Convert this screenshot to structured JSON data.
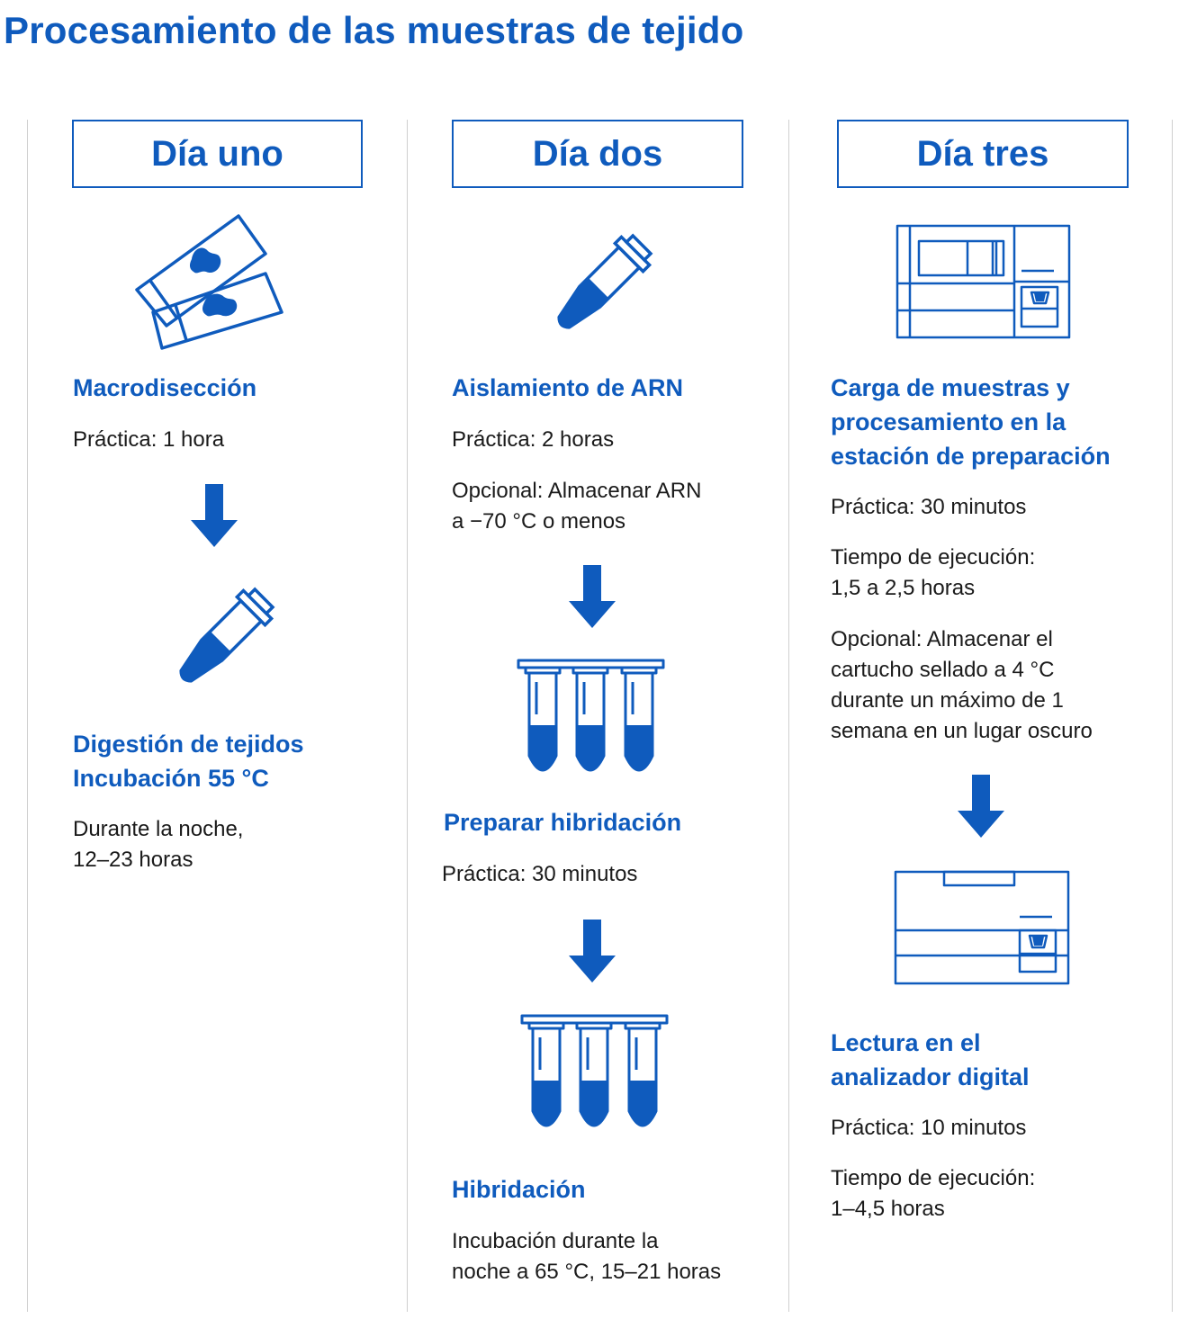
{
  "title": "Procesamiento de las muestras de tejido",
  "accent_color": "#0f5bbd",
  "columns": [
    {
      "day": "Día uno",
      "steps": [
        {
          "icon": "slides-icon",
          "heading": [
            "Macrodisección"
          ],
          "texts": [
            [
              "Práctica: 1 hora"
            ]
          ]
        },
        {
          "icon": "tube-icon",
          "heading": [
            "Digestión de tejidos",
            "Incubación 55 °C"
          ],
          "texts": [
            [
              "Durante la noche,",
              "12–23 horas"
            ]
          ]
        }
      ]
    },
    {
      "day": "Día dos",
      "steps": [
        {
          "icon": "tube-icon",
          "heading": [
            "Aislamiento de ARN"
          ],
          "texts": [
            [
              "Práctica: 2 horas"
            ],
            [
              "Opcional: Almacenar ARN",
              "a −70 °C o menos"
            ]
          ]
        },
        {
          "icon": "strip-tubes-icon",
          "heading": [
            "Preparar hibridación"
          ],
          "texts": [
            [
              "Práctica: 30 minutos"
            ]
          ]
        },
        {
          "icon": "strip-tubes-icon",
          "heading": [
            "Hibridación"
          ],
          "texts": [
            [
              "Incubación durante la",
              "noche a 65 °C, 15–21 horas"
            ]
          ]
        }
      ]
    },
    {
      "day": "Día tres",
      "steps": [
        {
          "icon": "prep-station-icon",
          "heading": [
            "Carga de muestras y",
            "procesamiento en la",
            "estación de preparación"
          ],
          "texts": [
            [
              "Práctica: 30 minutos"
            ],
            [
              "Tiempo de ejecución:",
              "1,5 a 2,5 horas"
            ],
            [
              "Opcional: Almacenar el",
              "cartucho sellado a 4 °C",
              "durante un máximo de 1",
              "semana en un lugar oscuro"
            ]
          ]
        },
        {
          "icon": "digital-analyzer-icon",
          "heading": [
            "Lectura en el",
            "analizador digital"
          ],
          "texts": [
            [
              "Práctica: 10 minutos"
            ],
            [
              "Tiempo de ejecución:",
              "1–4,5 horas"
            ]
          ]
        }
      ]
    }
  ]
}
